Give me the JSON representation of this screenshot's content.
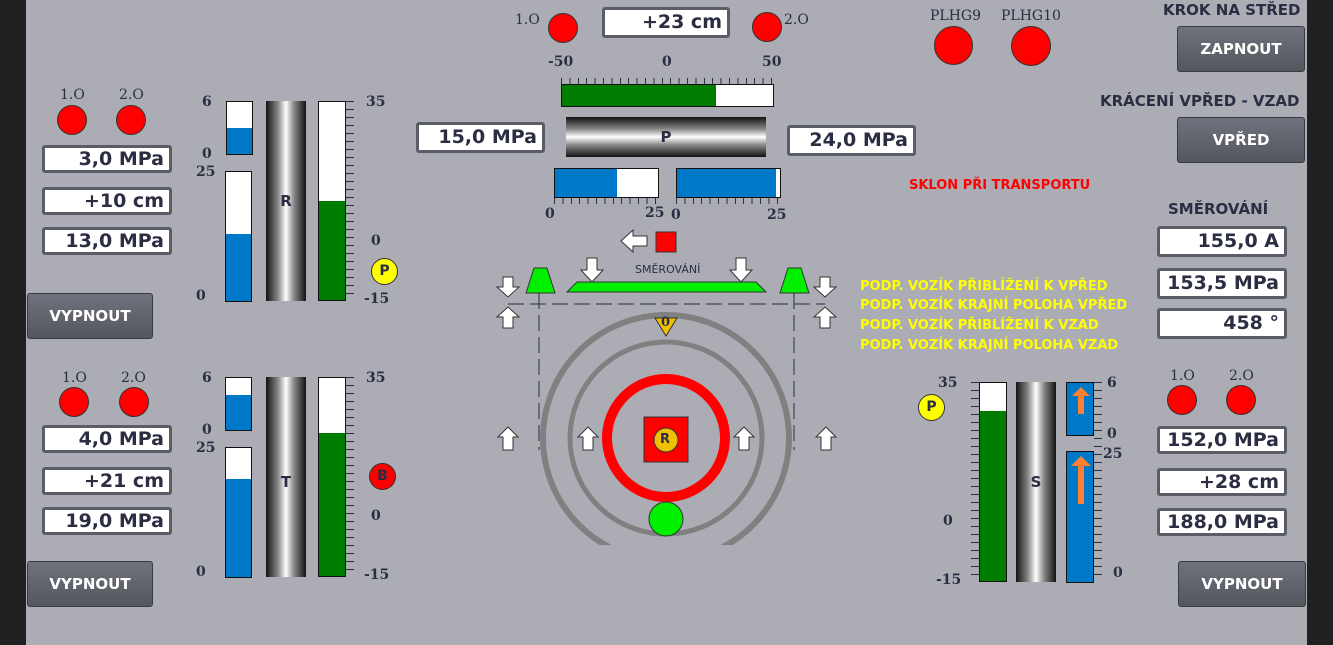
{
  "left_top": {
    "led1": "1.O",
    "led2": "2.O",
    "values": [
      "3,0 MPa",
      "+10 cm",
      "13,0 MPa"
    ],
    "button": "VYPNOUT",
    "cyl": "R",
    "small_bar": {
      "value": 3,
      "min": 0,
      "max": 6,
      "labels": [
        "6",
        "0"
      ]
    },
    "large_bar": {
      "value": 13,
      "min": 0,
      "max": 25,
      "labels": [
        "25",
        "0"
      ]
    },
    "pos_bar": {
      "value": 10,
      "min": -15,
      "max": 35,
      "labels": [
        "35",
        "0",
        "-15"
      ]
    },
    "badge": "P"
  },
  "left_bottom": {
    "led1": "1.O",
    "led2": "2.O",
    "values": [
      "4,0 MPa",
      "+21 cm",
      "19,0 MPa"
    ],
    "button": "VYPNOUT",
    "cyl": "T",
    "small_bar": {
      "value": 4,
      "min": 0,
      "max": 6,
      "labels": [
        "6",
        "0"
      ]
    },
    "large_bar": {
      "value": 19,
      "min": 0,
      "max": 25,
      "labels": [
        "25",
        "0"
      ]
    },
    "pos_bar": {
      "value": 21,
      "min": -15,
      "max": 35,
      "labels": [
        "35",
        "0",
        "-15"
      ]
    },
    "badge": "B"
  },
  "center": {
    "led1": "1.O",
    "led2": "2.O",
    "position": "+23 cm",
    "pos_bar": {
      "value": 23,
      "min": -50,
      "max": 50,
      "labels": [
        "-50",
        "0",
        "50"
      ]
    },
    "left_pressure": "15,0 MPa",
    "right_pressure": "24,0 MPa",
    "cyl": "P",
    "bar_left": {
      "value": 15,
      "min": 0,
      "max": 25,
      "labels": [
        "0",
        "25"
      ]
    },
    "bar_right": {
      "value": 24,
      "min": 0,
      "max": 25,
      "labels": [
        "0",
        "25"
      ]
    },
    "steering_label": "SMĚROVÁNÍ",
    "indicator": "0",
    "rotor": "R"
  },
  "plhg": {
    "a": "PLHG9",
    "b": "PLHG10"
  },
  "right": {
    "krok_title": "KROK NA STŘED",
    "krok_button": "ZAPNOUT",
    "kraceni_title": "KRÁCENÍ VPŘED - VZAD",
    "kraceni_button": "VPŘED",
    "sklon": "SKLON PŘI TRANSPORTU",
    "smerovani_title": "SMĚROVÁNÍ",
    "smerovani_values": [
      "155,0 A",
      "153,5 MPa",
      "458 °"
    ],
    "messages": [
      "PODP. VOZÍK PŘIBLÍŽENÍ K VPŘED",
      "PODP. VOZÍK KRAJNÍ POLOHA VPŘED",
      "PODP. VOZÍK PŘIBLÍŽENÍ K VZAD",
      "PODP. VOZÍK KRAJNÍ POLOHA VZAD"
    ]
  },
  "right_bottom": {
    "led1": "1.O",
    "led2": "2.O",
    "values": [
      "152,0 MPa",
      "+28 cm",
      "188,0 MPa"
    ],
    "button": "VYPNOUT",
    "cyl": "S",
    "badge": "P",
    "pos_bar": {
      "value": 28,
      "min": -15,
      "max": 35,
      "labels": [
        "35",
        "0",
        "-15"
      ]
    },
    "small_bar": {
      "value": 6,
      "min": 0,
      "max": 6,
      "labels": [
        "6",
        "0"
      ]
    },
    "large_bar": {
      "value": 25,
      "min": 0,
      "max": 25,
      "labels": [
        "25",
        "0"
      ]
    }
  },
  "colors": {
    "led": "#ff0000",
    "blue": "#0078c8",
    "green": "#007d00",
    "yellow": "#ffff00",
    "bright_green": "#00ff00"
  }
}
